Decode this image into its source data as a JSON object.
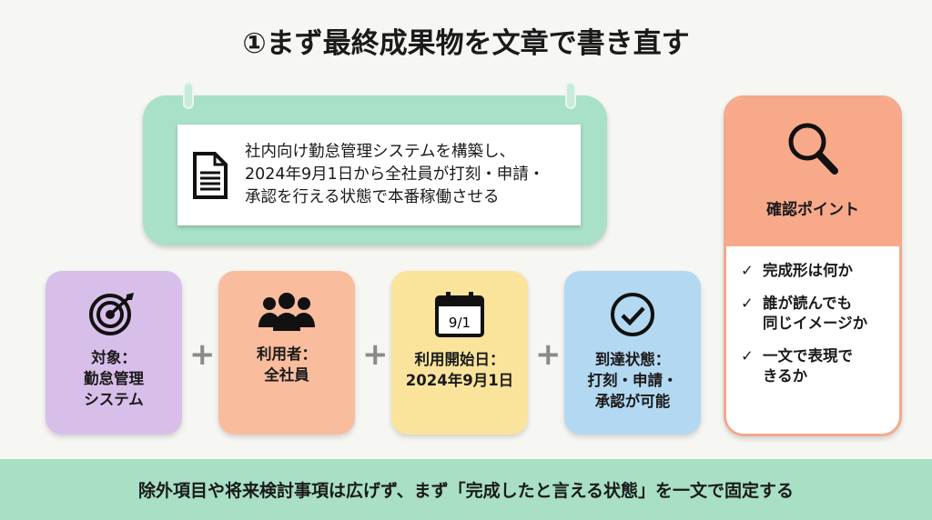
{
  "title": "①まず最終成果物を文章で書き直す",
  "statement": {
    "icon": "document-icon",
    "text": "社内向け勤怠管理システムを構築し、\n2024年9月1日から全社員が打刻・申請・\n承認を行える状態で本番稼働させる"
  },
  "cards": [
    {
      "icon": "target-icon",
      "label": "対象：\n勤怠管理\nシステム",
      "color": "#d8bfe9"
    },
    {
      "icon": "users-icon",
      "label": "利用者：\n全社員",
      "color": "#f9bc9c"
    },
    {
      "icon": "calendar-icon",
      "calendar_text": "9/1",
      "label": "利用開始日：\n2024年9月1日",
      "color": "#fae49c"
    },
    {
      "icon": "check-circle-icon",
      "label": "到達状態：\n打刻・申請・\n承認が可能",
      "color": "#b3d8f1"
    }
  ],
  "plus": "+",
  "panel": {
    "icon": "magnifier-icon",
    "title": "確認ポイント",
    "check": "✓",
    "items": [
      "完成形は何か",
      "誰が読んでも\n同じイメージか",
      "一文で表現で\nきるか"
    ]
  },
  "footer": "除外項目や将来検討事項は広げず、まず「完成したと言える状態」を一文で固定する"
}
